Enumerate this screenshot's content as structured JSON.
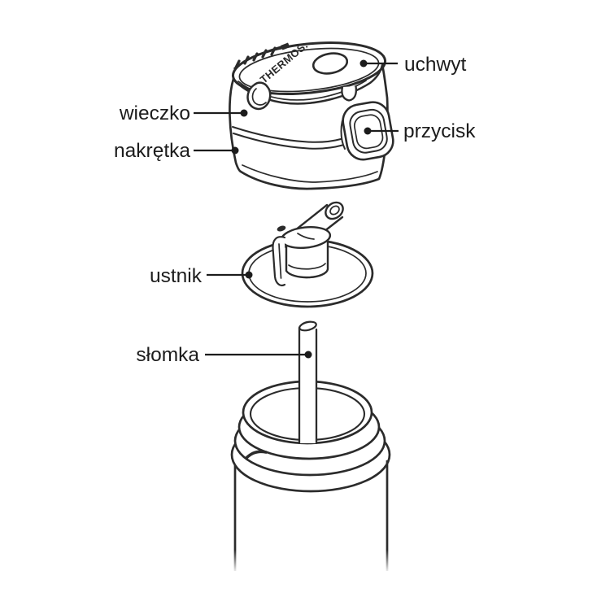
{
  "diagram": {
    "title_hint": "exploded view of thermos straw bottle",
    "brand": "THERMOS.",
    "labels": {
      "uchwyt": "uchwyt",
      "wieczko": "wieczko",
      "nakretka": "nakrętka",
      "przycisk": "przycisk",
      "ustnik": "ustnik",
      "slomka": "słomka"
    },
    "colors": {
      "line": "#2b2b2b",
      "label": "#1c1c1c",
      "background": "#ffffff"
    }
  }
}
